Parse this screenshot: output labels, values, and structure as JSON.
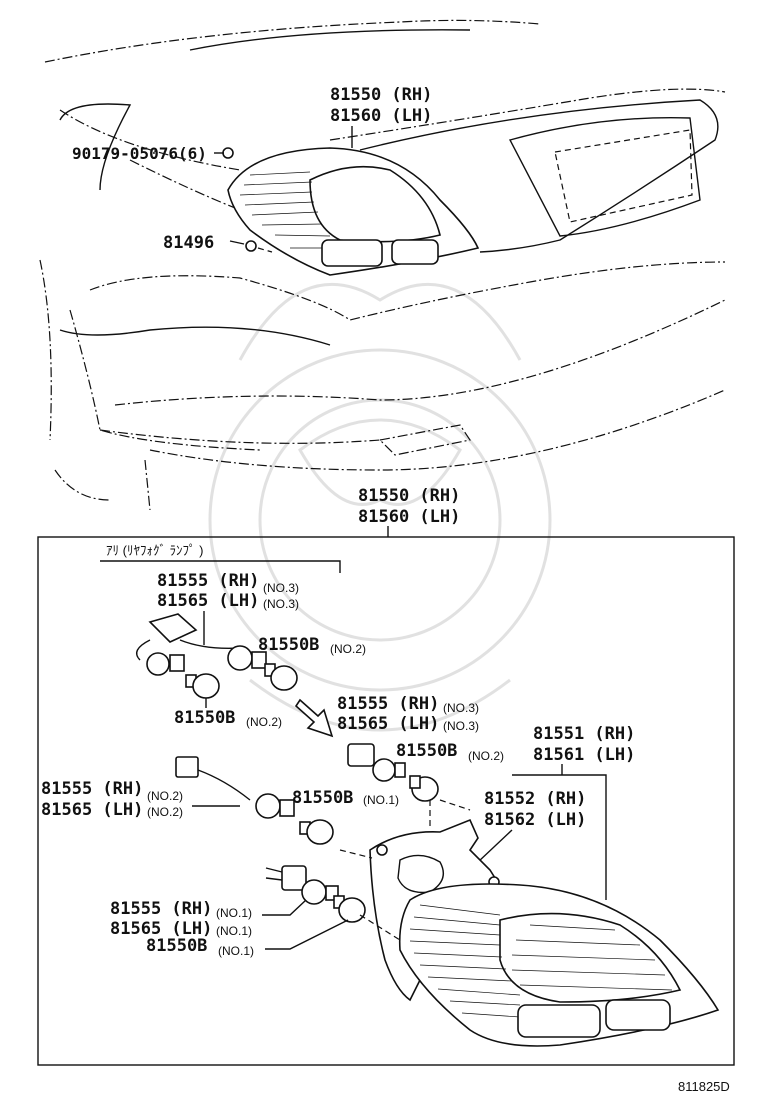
{
  "diagram": {
    "top_assembly": {
      "rh": "81550 (RH)",
      "lh": "81560 (LH)"
    },
    "screw": "90179-05076(6)",
    "clip": "81496",
    "box_assembly": {
      "rh": "81550 (RH)",
      "lh": "81560 (LH)"
    },
    "fog_note": "ｱﾘ (ﾘﾔﾌｫｸﾞ ﾗﾝﾌﾟ )",
    "socket_no3": {
      "rh": "81555 (RH)",
      "lh": "81565 (LH)",
      "rh_tag": "(NO.3)",
      "lh_tag": "(NO.3)"
    },
    "bulb_no2_a": {
      "part": "81550B",
      "tag": "(NO.2)"
    },
    "bulb_no2_b": {
      "part": "81550B",
      "tag": "(NO.2)"
    },
    "socket_no3_b": {
      "rh": "81555 (RH)",
      "lh": "81565 (LH)",
      "rh_tag": "(NO.3)",
      "lh_tag": "(NO.3)"
    },
    "bulb_no2_c": {
      "part": "81550B",
      "tag": "(NO.2)"
    },
    "lens_body": {
      "rh": "81551 (RH)",
      "lh": "81561 (LH)"
    },
    "socket_no2": {
      "rh": "81555 (RH)",
      "lh": "81565 (LH)",
      "rh_tag": "(NO.2)",
      "lh_tag": "(NO.2)"
    },
    "bulb_no1_a": {
      "part": "81550B",
      "tag": "(NO.1)"
    },
    "gasket": {
      "rh": "81552 (RH)",
      "lh": "81562 (LH)"
    },
    "socket_no1": {
      "rh": "81555 (RH)",
      "lh": "81565 (LH)",
      "rh_tag": "(NO.1)",
      "lh_tag": "(NO.1)"
    },
    "bulb_no1_b": {
      "part": "81550B",
      "tag": "(NO.1)"
    },
    "figure_code": "811825D"
  }
}
